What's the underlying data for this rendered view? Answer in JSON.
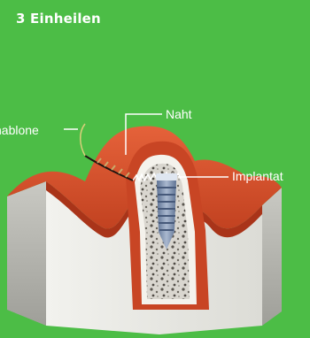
{
  "header": {
    "title": "3  Einheilen"
  },
  "labels": {
    "template": "nablone",
    "suture": "Naht",
    "implant": "Implantat"
  },
  "colors": {
    "background": "#4cbd46",
    "gingiva": "#d9502b",
    "gingiva_dark": "#a93419",
    "bone_face": "#e9e9e5",
    "bone_side": "#b9b9b4",
    "implant": "#7f93b2",
    "label_text": "#ffffff"
  }
}
